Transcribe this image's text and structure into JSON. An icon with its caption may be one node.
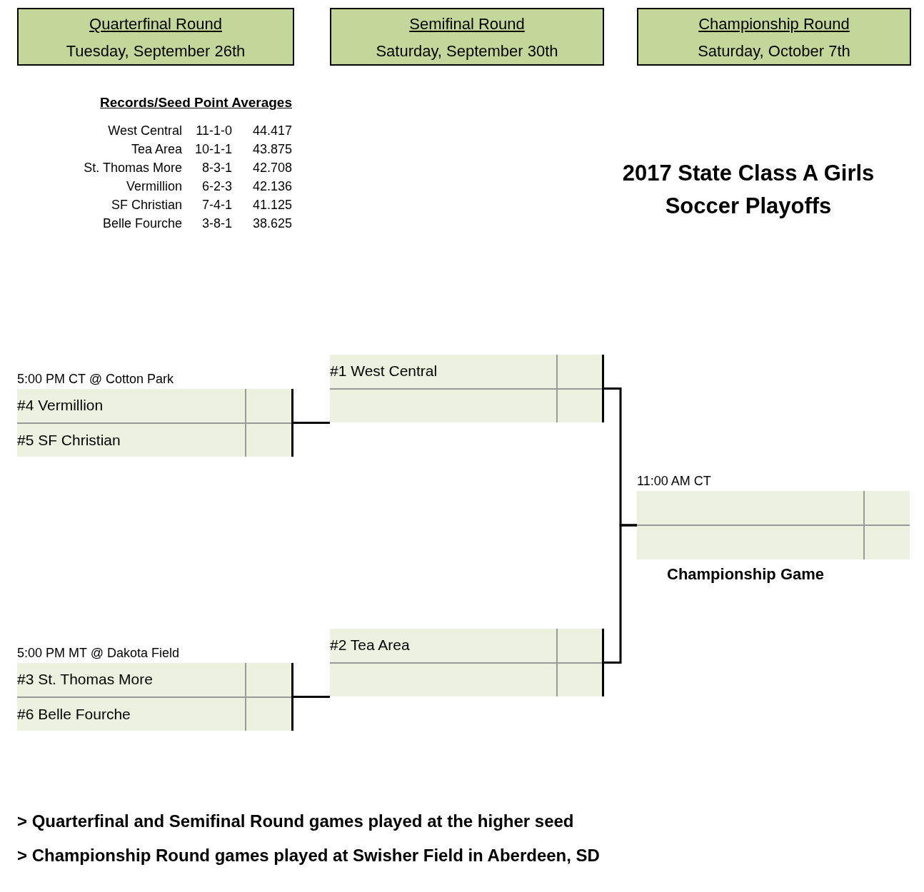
{
  "diagram": {
    "title": "2017 State Class A Girls Soccer Playoffs",
    "nodes": [
      {
        "text": [
          "Quarterfinal Round",
          "Tuesday, September 26th"
        ]
      },
      {
        "text": [
          "Semifinal Round",
          "Saturday, September 30th"
        ]
      },
      {
        "text": [
          "Championship Round",
          "Saturday, October 7th"
        ]
      },
      {
        "text": [
          "#4 Vermillion",
          "#5 SF Christian"
        ],
        "beside": [
          "5:00 PM CT @ Cotton Park"
        ]
      },
      {
        "text": [
          "#1 West Central"
        ]
      },
      {
        "text": [
          "#3 St. Thomas More",
          "#6 Belle Fourche"
        ],
        "beside": [
          "5:00 PM MT @ Dakota Field"
        ]
      },
      {
        "text": [
          "#2 Tea Area"
        ]
      },
      {
        "text": [
          "Championship Game"
        ],
        "beside": [
          "11:00 AM CT"
        ]
      }
    ],
    "edges": [
      {
        "from": 3,
        "to": 4,
        "arrow": "none"
      },
      {
        "from": 5,
        "to": 6,
        "arrow": "none"
      },
      {
        "from": 4,
        "to": 7,
        "arrow": "none"
      },
      {
        "from": 6,
        "to": 7,
        "arrow": "none"
      }
    ],
    "labels": [
      "Records/Seed Point Averages",
      "West Central",
      "11-1-0",
      "44.417",
      "Tea Area",
      "10-1-1",
      "43.875",
      "St. Thomas More",
      "8-3-1",
      "42.708",
      "Vermillion",
      "6-2-3",
      "42.136",
      "SF Christian",
      "7-4-1",
      "41.125",
      "Belle Fourche",
      "3-8-1",
      "38.625",
      "> Quarterfinal and Semifinal Round games played at the higher seed",
      "> Championship Round games played at Swisher Field in Aberdeen, SD"
    ]
  }
}
